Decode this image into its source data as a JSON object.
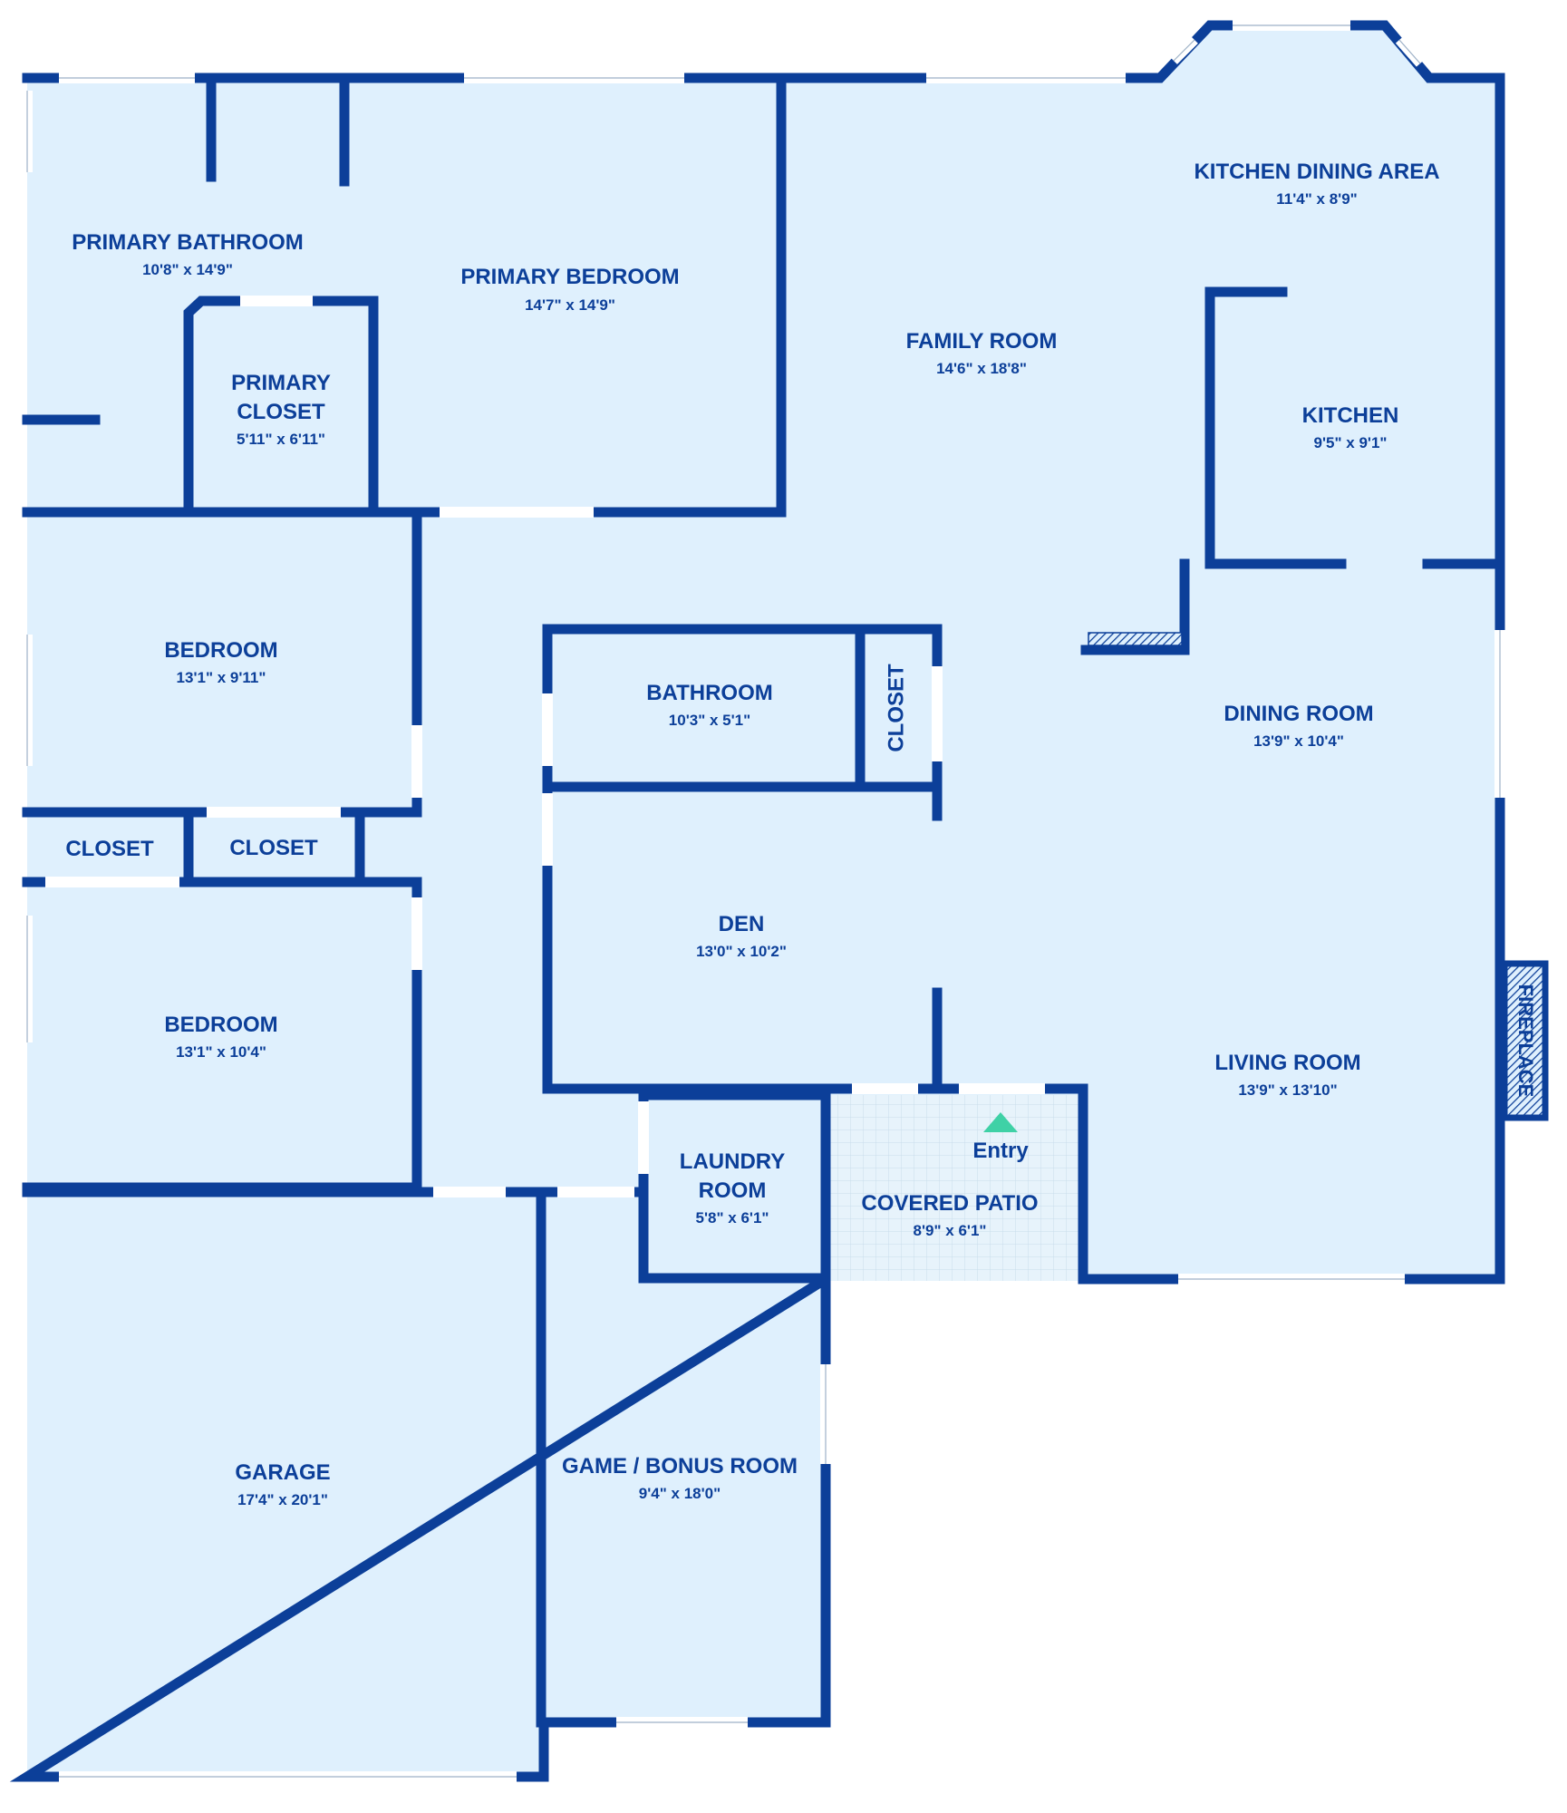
{
  "colors": {
    "wall": "#0c3f99",
    "room_fill": "#dff0fd",
    "entry_marker": "#3fd1a6",
    "window": "#ffffff"
  },
  "entry": {
    "label": "Entry",
    "icon": "triangle-up-icon"
  },
  "rooms": {
    "primary_bathroom": {
      "name": "PRIMARY BATHROOM",
      "dims": "10'8\" x 14'9\""
    },
    "primary_bedroom": {
      "name": "PRIMARY BEDROOM",
      "dims": "14'7\" x 14'9\""
    },
    "primary_closet": {
      "name_line1": "PRIMARY",
      "name_line2": "CLOSET",
      "dims": "5'11\" x 6'11\""
    },
    "family_room": {
      "name": "FAMILY ROOM",
      "dims": "14'6\" x 18'8\""
    },
    "kitchen_dining_area": {
      "name": "KITCHEN DINING AREA",
      "dims": "11'4\" x 8'9\""
    },
    "kitchen": {
      "name": "KITCHEN",
      "dims": "9'5\" x 9'1\""
    },
    "bedroom_1": {
      "name": "BEDROOM",
      "dims": "13'1\" x 9'11\""
    },
    "bathroom": {
      "name": "BATHROOM",
      "dims": "10'3\" x 5'1\""
    },
    "closet_hall": {
      "name": "CLOSET"
    },
    "dining_room": {
      "name": "DINING ROOM",
      "dims": "13'9\" x 10'4\""
    },
    "closet_left": {
      "name": "CLOSET"
    },
    "closet_right": {
      "name": "CLOSET"
    },
    "den": {
      "name": "DEN",
      "dims": "13'0\" x 10'2\""
    },
    "bedroom_2": {
      "name": "BEDROOM",
      "dims": "13'1\" x 10'4\""
    },
    "living_room": {
      "name": "LIVING ROOM",
      "dims": "13'9\" x 13'10\""
    },
    "fireplace": {
      "name": "FIREPLACE"
    },
    "laundry_room": {
      "name_line1": "LAUNDRY",
      "name_line2": "ROOM",
      "dims": "5'8\" x 6'1\""
    },
    "covered_patio": {
      "name": "COVERED PATIO",
      "dims": "8'9\" x 6'1\""
    },
    "garage": {
      "name": "GARAGE",
      "dims": "17'4\" x 20'1\""
    },
    "game_bonus_room": {
      "name": "GAME / BONUS ROOM",
      "dims": "9'4\" x 18'0\""
    }
  }
}
